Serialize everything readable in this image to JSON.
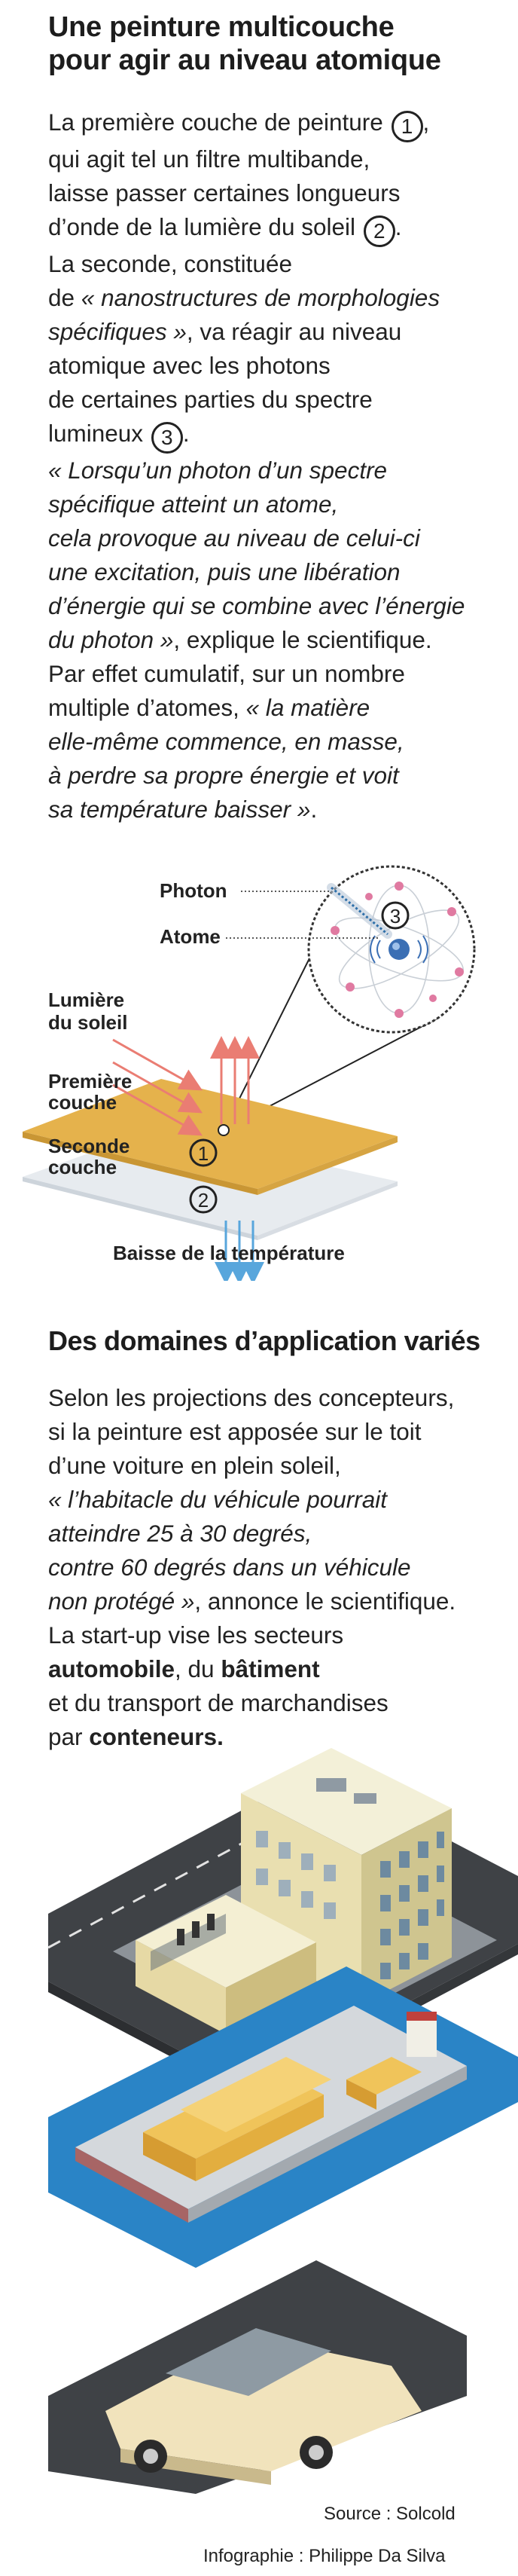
{
  "section1": {
    "title_line1": "Une peinture multicouche",
    "title_line2": "pour agir au niveau atomique",
    "p1": {
      "l1": "La première couche de peinture ",
      "n1": "1",
      "l2": "qui agit tel un filtre multibande,",
      "l3": "laisse passer certaines longueurs",
      "l4": "d’onde de la lumière du soleil ",
      "n2": "2",
      "l4_end": ".",
      "l5": "La seconde, constituée",
      "l6_pre": "de ",
      "l6_it": "« nanostructures de morphologies",
      "l7_it": "spécifiques »",
      "l7_post": ", va réagir au niveau",
      "l8": "atomique avec les photons",
      "l9": "de certaines parties du spectre",
      "l10": "lumineux ",
      "n3": "3",
      "l10_end": ".",
      "l11_it": "« Lorsqu’un photon d’un spectre",
      "l12_it": "spécifique atteint un atome,",
      "l13_it": "cela provoque au niveau de celui-ci",
      "l14_it": "une excitation, puis une libération",
      "l15_it": "d’énergie qui se combine avec l’énergie",
      "l16_it": "du photon »",
      "l16_post": ", explique le scientifique.",
      "l17": "Par effet cumulatif, sur un nombre",
      "l18_pre": "multiple d’atomes, ",
      "l18_it": "« la matière",
      "l19_it": "elle-même commence, en masse,",
      "l20_it": "à perdre sa propre énergie et voit",
      "l21_it": "sa température baisser »",
      "l21_end": "."
    }
  },
  "diagram": {
    "photon": "Photon",
    "atome": "Atome",
    "lumiere_1": "Lumière",
    "lumiere_2": "du soleil",
    "premiere_1": "Première",
    "premiere_2": "couche",
    "seconde_1": "Seconde",
    "seconde_2": "couche",
    "baisse": "Baisse de la température",
    "n1": "1",
    "n2": "2",
    "n3": "3",
    "colors": {
      "layer1": "#e5b24c",
      "layer2": "#e7ebef",
      "warm_arrow": "#ea7d73",
      "cool_arrow": "#58a6dc"
    }
  },
  "section2": {
    "title": "Des domaines d’application variés",
    "l1": "Selon les projections des concepteurs,",
    "l2": "si la peinture est apposée sur le toit",
    "l3": "d’une voiture en plein soleil,",
    "l4_it": "« l’habitacle du véhicule pourrait",
    "l5_it": "atteindre 25 à 30 degrés,",
    "l6_it": "contre 60 degrés dans un véhicule",
    "l7_it": "non protégé »",
    "l7_post": ", annonce le scientifique.",
    "l8": "La start-up vise les secteurs",
    "l9_b": "automobile",
    "l9_mid": ", du ",
    "l9_b2": "bâtiment",
    "l10": "et du transport de marchandises",
    "l11_pre": "par ",
    "l11_b": "conteneurs."
  },
  "credits": {
    "source": "Source :  Solcold",
    "infographie": "Infographie : Philippe Da Silva"
  }
}
